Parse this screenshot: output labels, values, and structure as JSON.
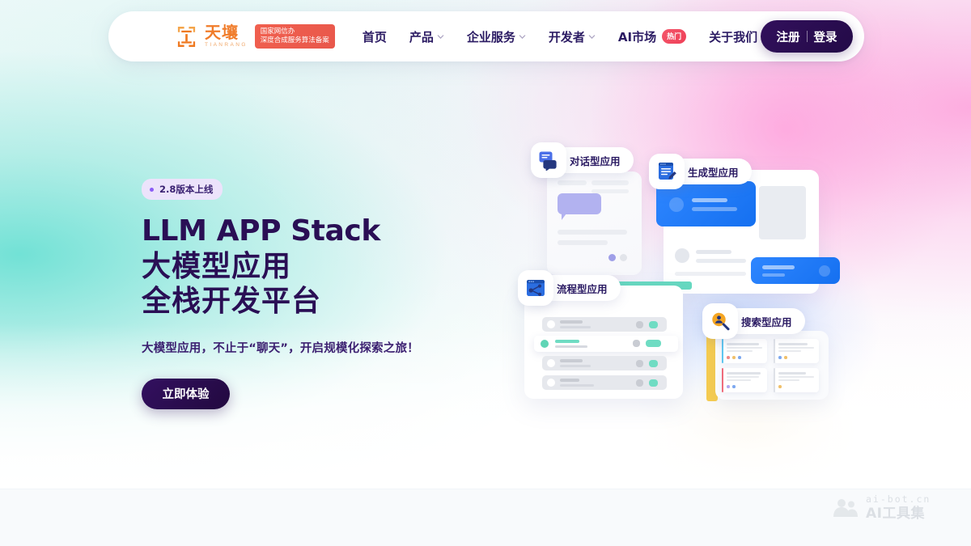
{
  "brand": {
    "logo_cn": "天壤",
    "logo_en": "TIANRANG",
    "logo_icon": "tianrang-logo-icon",
    "gov_badge_line1": "国家网信办",
    "gov_badge_line2": "深度合成服务算法备案",
    "accent_orange": "#f07c2a",
    "badge_red": "#ec5a4d"
  },
  "nav": {
    "items": [
      {
        "label": "首页",
        "has_caret": false,
        "badge": null
      },
      {
        "label": "产品",
        "has_caret": true,
        "badge": null
      },
      {
        "label": "企业服务",
        "has_caret": true,
        "badge": null
      },
      {
        "label": "开发者",
        "has_caret": true,
        "badge": null
      },
      {
        "label": "AI市场",
        "has_caret": false,
        "badge": "热门"
      },
      {
        "label": "关于我们",
        "has_caret": true,
        "badge": null
      }
    ]
  },
  "auth": {
    "register_label": "注册",
    "divider": "|",
    "login_label": "登录",
    "bg_color": "#2b0d52"
  },
  "hero": {
    "version_badge": "2.8版本上线",
    "title_line1": "LLM APP Stack",
    "title_line2": "大模型应用",
    "title_line3": "全栈开发平台",
    "subtitle": "大模型应用，不止于“聊天”，开启规模化探索之旅！",
    "cta_label": "立即体验",
    "title_color": "#2a0f55"
  },
  "illustration": {
    "cards": [
      {
        "label": "对话型应用",
        "icon": "chat-bubble-icon",
        "accent": "#b2b2f0"
      },
      {
        "label": "生成型应用",
        "icon": "document-edit-icon",
        "accent": "#1f7bf5"
      },
      {
        "label": "流程型应用",
        "icon": "workflow-share-icon",
        "accent": "#66d9c0"
      },
      {
        "label": "搜索型应用",
        "icon": "user-search-icon",
        "accent": "#f7cd4f"
      }
    ]
  },
  "watermark": {
    "domain": "ai-bot.cn",
    "name": "AI工具集",
    "icon": "ai-bot-logo-icon"
  }
}
